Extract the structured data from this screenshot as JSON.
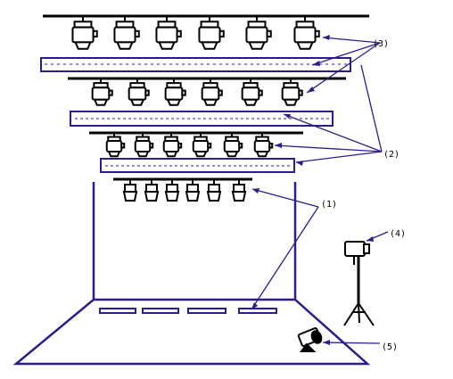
{
  "diagram": {
    "colors": {
      "line": "#000000",
      "accent": "#2a1e8a",
      "fixture_fill": "#ffffff"
    },
    "icons": {
      "overhead_fixture": "spotlight-icon",
      "floor_fixture": "floor-light-icon",
      "stand_fixture": "tripod-light-icon"
    },
    "labels": {
      "l1": "(1)",
      "l2": "(2)",
      "l3": "(3)",
      "l4": "(4)",
      "l5": "(5)"
    }
  }
}
